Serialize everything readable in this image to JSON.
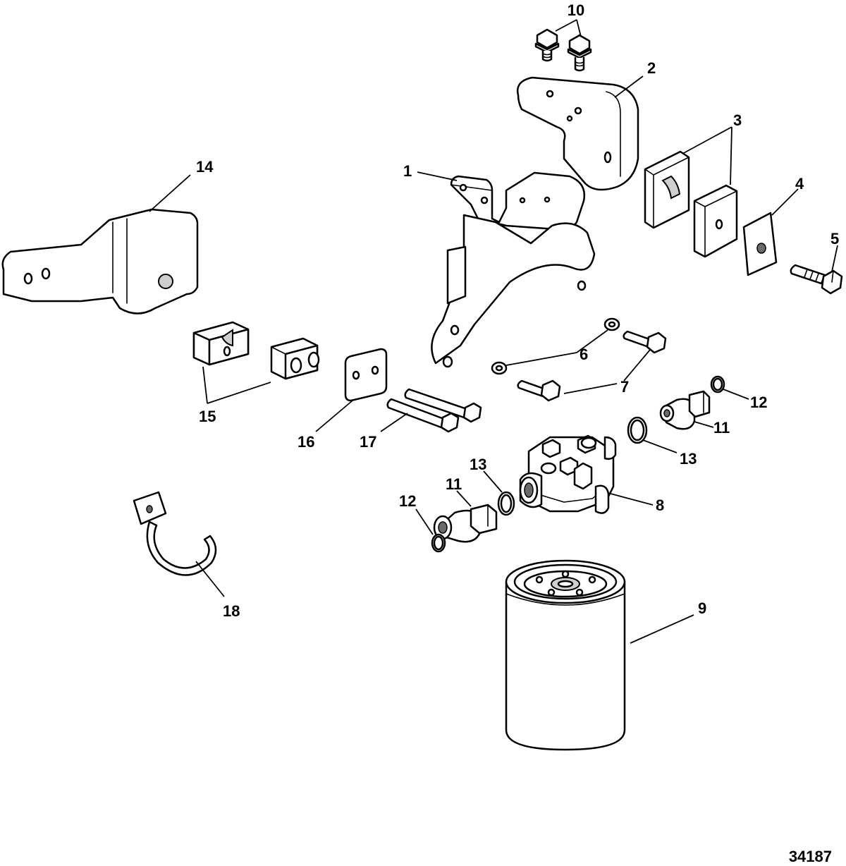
{
  "figure_number": "34187",
  "callouts": {
    "c1": "1",
    "c2": "2",
    "c3": "3",
    "c4": "4",
    "c5": "5",
    "c6": "6",
    "c7": "7",
    "c8": "8",
    "c9": "9",
    "c10": "10",
    "c11a": "11",
    "c11b": "11",
    "c12a": "12",
    "c12b": "12",
    "c13a": "13",
    "c13b": "13",
    "c14": "14",
    "c15": "15",
    "c16": "16",
    "c17": "17",
    "c18": "18"
  }
}
